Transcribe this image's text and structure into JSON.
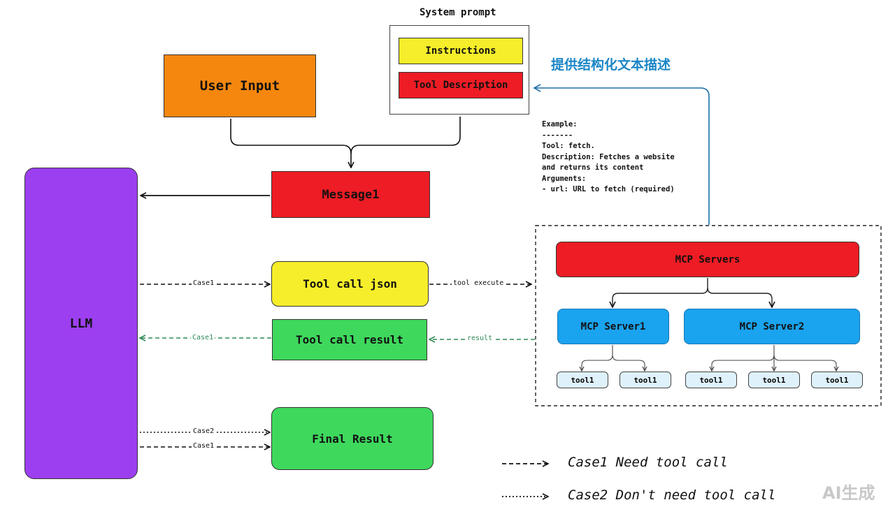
{
  "system_prompt": {
    "title": "System prompt",
    "instructions": "Instructions",
    "tool_description": "Tool Description"
  },
  "annotation_cn": "提供结构化文本描述",
  "user_input": "User Input",
  "message1": "Message1",
  "llm": "LLM",
  "tool_call_json": "Tool call json",
  "tool_call_result": "Tool call result",
  "final_result": "Final Result",
  "edge_labels": {
    "case1_to_json": "Case1",
    "tool_execute": "tool execute",
    "case1_result": "Case1",
    "result": "result",
    "case2_final": "Case2",
    "case1_final": "Case1"
  },
  "example": {
    "lines": [
      "Example:",
      "-------",
      "Tool: fetch.",
      "Description: Fetches a website",
      "and returns its content",
      "Arguments:",
      "- url: URL to fetch (required)"
    ]
  },
  "mcp": {
    "servers": "MCP Servers",
    "server1": "MCP Server1",
    "server2": "MCP Server2",
    "tools": [
      "tool1",
      "tool1",
      "tool1",
      "tool1",
      "tool1"
    ]
  },
  "legend": {
    "case1": "Case1 Need tool call",
    "case2": "Case2 Don't need tool call"
  },
  "watermark": "AI生成",
  "colors": {
    "orange": "#f5870f",
    "red": "#ee1c24",
    "yellow": "#f6ee2a",
    "green": "#3ed85d",
    "purple": "#9c3ff0",
    "blue": "#1aa3ee",
    "annotation": "#1b86c6"
  }
}
